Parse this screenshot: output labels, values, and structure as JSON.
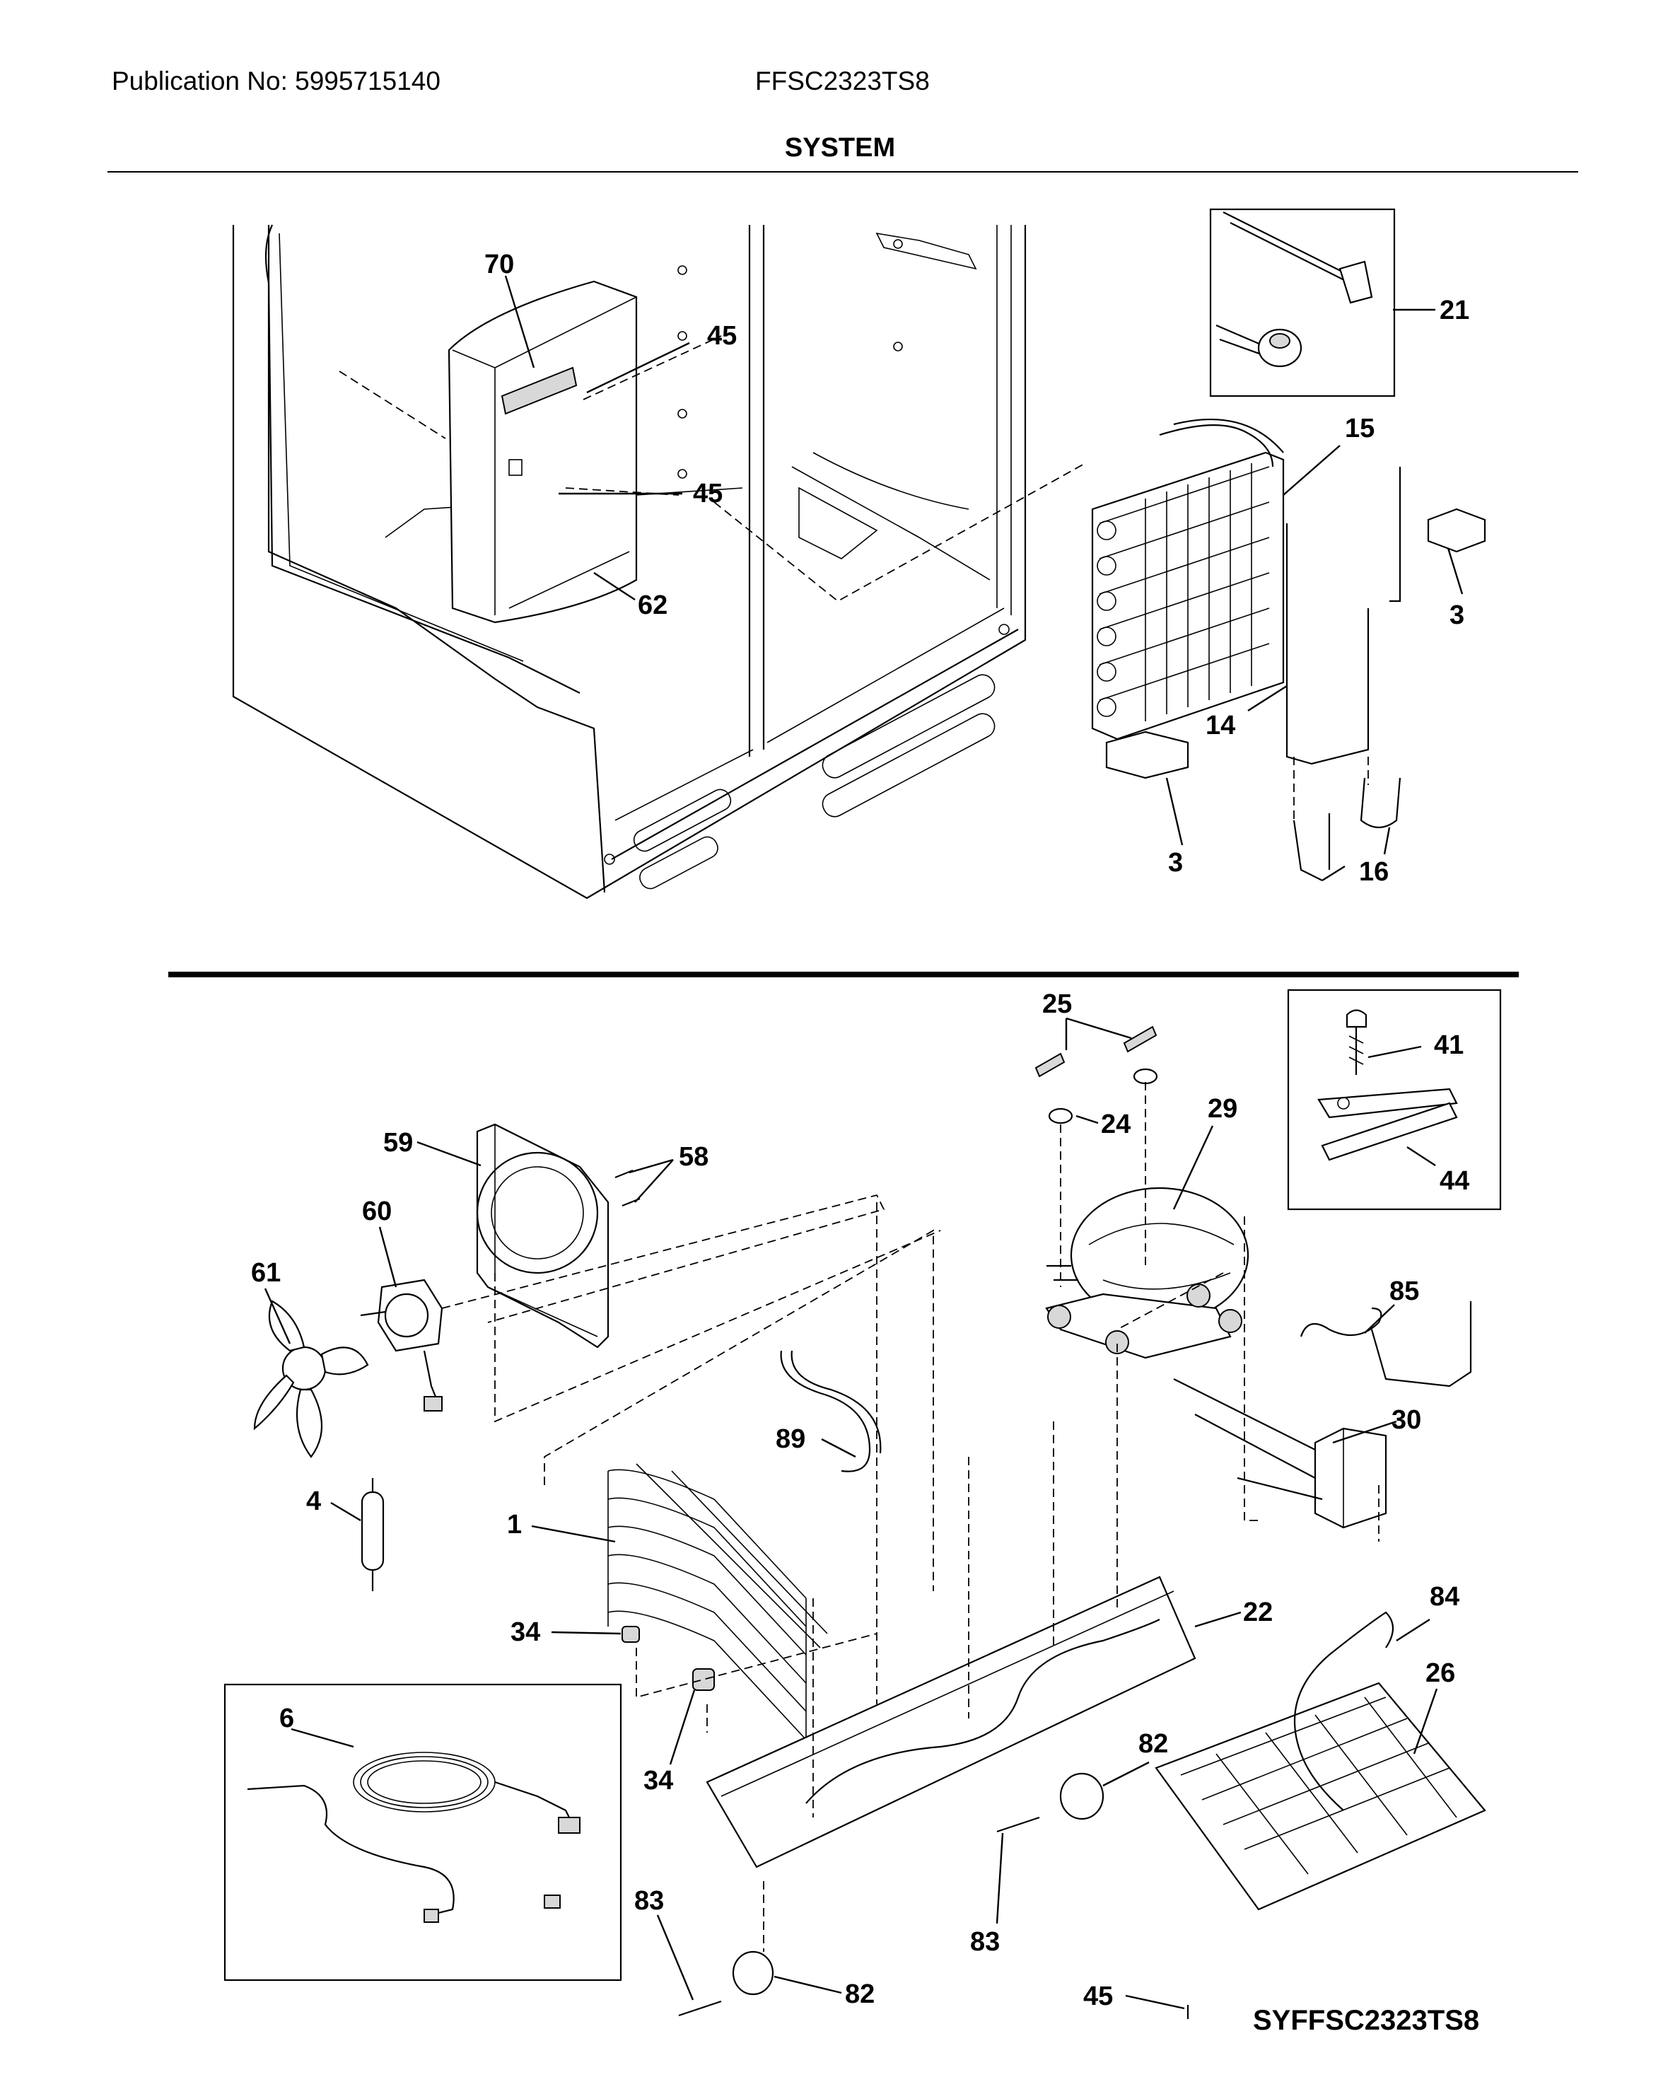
{
  "header": {
    "publication": "Publication No: 5995715140",
    "model": "FFSC2323TS8",
    "section_title": "SYSTEM"
  },
  "footer": {
    "diagram_code": "SYFFSC2323TS8"
  },
  "callouts": {
    "upper": [
      "70",
      "45",
      "45",
      "62",
      "21",
      "15",
      "3",
      "14",
      "3",
      "16"
    ],
    "lower": [
      "25",
      "24",
      "29",
      "41",
      "44",
      "59",
      "58",
      "60",
      "61",
      "85",
      "30",
      "89",
      "4",
      "1",
      "22",
      "84",
      "34",
      "26",
      "6",
      "34",
      "82",
      "83",
      "83",
      "82",
      "45"
    ]
  }
}
